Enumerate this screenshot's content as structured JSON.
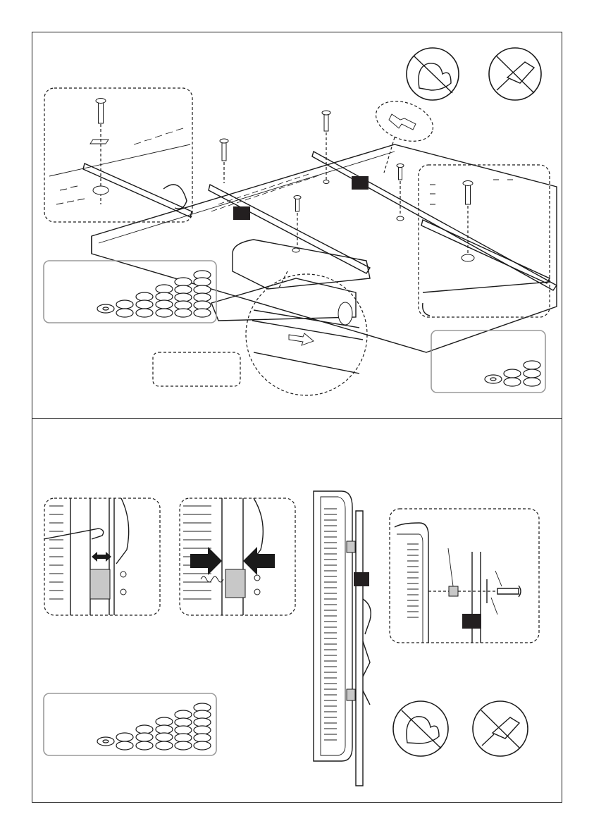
{
  "colors": {
    "line": "#1a1a1a",
    "label_fill": "#231f20",
    "spacer_fill": "#ffffff",
    "panel_grey": "#c8c8c8"
  },
  "icons": {
    "no_force": "no-strength-icon",
    "no_power_drill": "no-power-drill-icon",
    "arrow": "double-arrow-icon"
  },
  "figure": {
    "top_panel": {
      "screw_positions": 4,
      "spacer_stack_heights_left": [
        1,
        2,
        3,
        4,
        5,
        6
      ],
      "spacer_stack_heights_right": [
        1,
        2,
        3
      ]
    },
    "bottom_panel": {
      "spacer_stack_heights": [
        1,
        2,
        3,
        4,
        5,
        6
      ]
    }
  }
}
